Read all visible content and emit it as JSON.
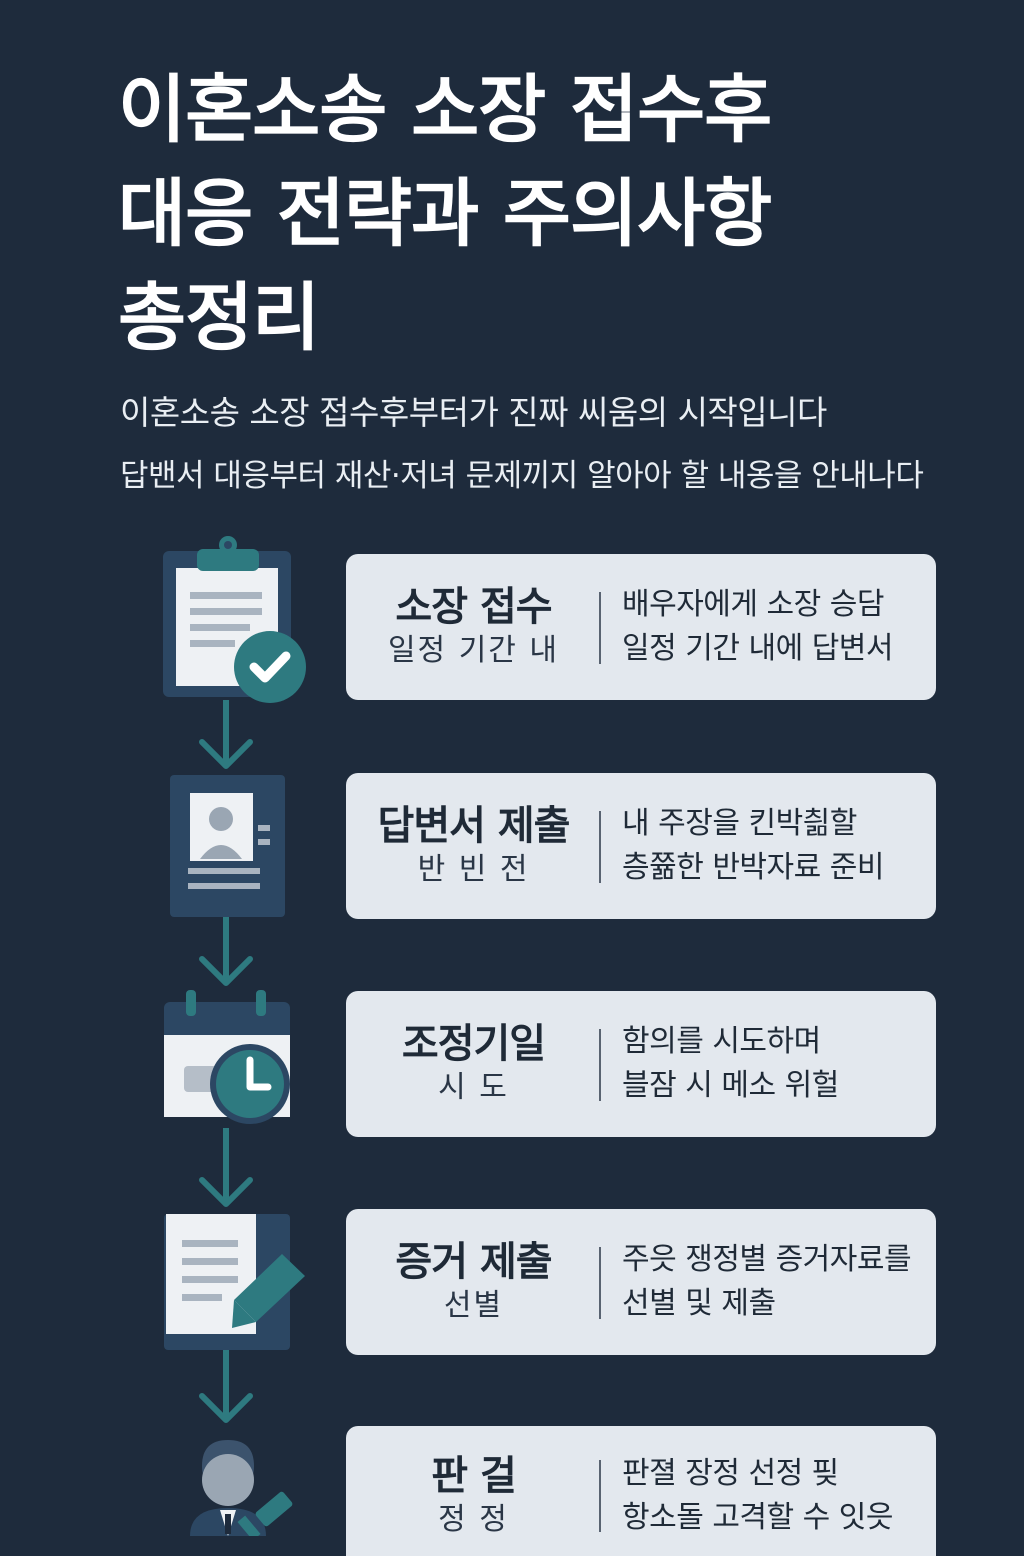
{
  "header": {
    "title_lines": [
      "이혼소송 소장 접수후",
      "대응 전략과 주의사항",
      "총정리"
    ],
    "subtitle_lines": [
      "이혼소송 소장 접수후부터가 진짜 씨움의 시작입니다",
      "답밴서 대응부터 재산·저녀 문제끼지 알아아 할 내옹을 안내나다"
    ]
  },
  "steps": [
    {
      "title": "소장 접수",
      "sub": "일정 기간 내",
      "desc": [
        "배우자에게 소장 승담",
        "일정 기간 내에 답변서"
      ],
      "icon": "clipboard-check-icon"
    },
    {
      "title": "답변서 제출",
      "sub": "반 빈 전",
      "desc": [
        "내 주장을 킨박칆할",
        "층쯂한 반박자료 준비"
      ],
      "icon": "id-document-icon"
    },
    {
      "title": "조정기일",
      "sub": "시  도",
      "desc": [
        "함의를 시도하며",
        "블잠 시 메소 위헐"
      ],
      "icon": "calendar-clock-icon"
    },
    {
      "title": "증거 제출",
      "sub": "선별",
      "desc": [
        "주읏 쟁정별 증거자료를",
        "선별 및 제출"
      ],
      "icon": "document-pen-icon"
    },
    {
      "title": "판 걸",
      "sub": "정 정",
      "desc": [
        "판졀 장정 선정 핒",
        "항소돌 고격할 수 잇읏"
      ],
      "icon": "person-gavel-icon"
    }
  ],
  "colors": {
    "background": "#1e2b3c",
    "card": "#e3e8ee",
    "accent": "#2e7a80",
    "icon_dark": "#2c4763",
    "paper": "#eef1f4"
  }
}
